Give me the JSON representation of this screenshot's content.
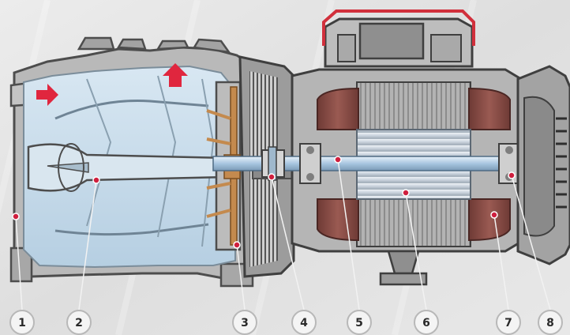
{
  "diagram": {
    "callouts": [
      {
        "id": "1",
        "label": "1"
      },
      {
        "id": "2",
        "label": "2"
      },
      {
        "id": "3",
        "label": "3"
      },
      {
        "id": "4",
        "label": "4"
      },
      {
        "id": "5",
        "label": "5"
      },
      {
        "id": "6",
        "label": "6"
      },
      {
        "id": "7",
        "label": "7"
      },
      {
        "id": "8",
        "label": "8"
      }
    ],
    "colors": {
      "background": "#e3e3e3",
      "water": "#c9dcea",
      "casing_outline": "#4d4d4d",
      "casing_fill": "#b9b9b9",
      "winding": "#8a4b45",
      "stator_lamination": "#a9a9a9",
      "rotor": "#cfd6de",
      "shaft": "#a8c6e0",
      "impeller": "#c48a4e",
      "flow_arrow": "#e0263e",
      "handle": "#d1303c",
      "callout_ring": "#b8b8b8",
      "callout_dot": "#cf1f3e"
    }
  }
}
